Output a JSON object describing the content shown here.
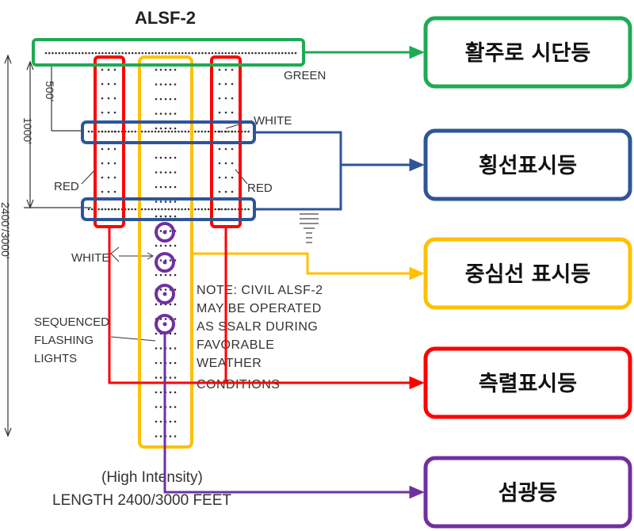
{
  "diagram": {
    "title": "ALSF-2",
    "labels": {
      "green": "GREEN",
      "white_top": "WHITE",
      "red_left": "RED",
      "red_right": "RED",
      "white_left": "WHITE",
      "dim_500": "500'",
      "dim_1000": "1000'",
      "dim_total": "2400'/3000'",
      "seq_1": "SEQUENCED",
      "seq_2": "FLASHING",
      "seq_3": "LIGHTS"
    },
    "note": [
      "NOTE: CIVIL ALSF-2",
      "MAY BE OPERATED",
      "AS SSALR DURING",
      "FAVORABLE",
      "WEATHER",
      "CONDITIONS"
    ],
    "bottom": [
      "(High Intensity)",
      "LENGTH 2400/3000 FEET"
    ],
    "callouts": [
      {
        "label": "활주로 시단등",
        "color": "#1faa55"
      },
      {
        "label": "횡선표시등",
        "color": "#2f5597"
      },
      {
        "label": "중심선 표시등",
        "color": "#ffc000"
      },
      {
        "label": "측렬표시등",
        "color": "#ff0000"
      },
      {
        "label": "섬광등",
        "color": "#7030a0"
      }
    ]
  }
}
